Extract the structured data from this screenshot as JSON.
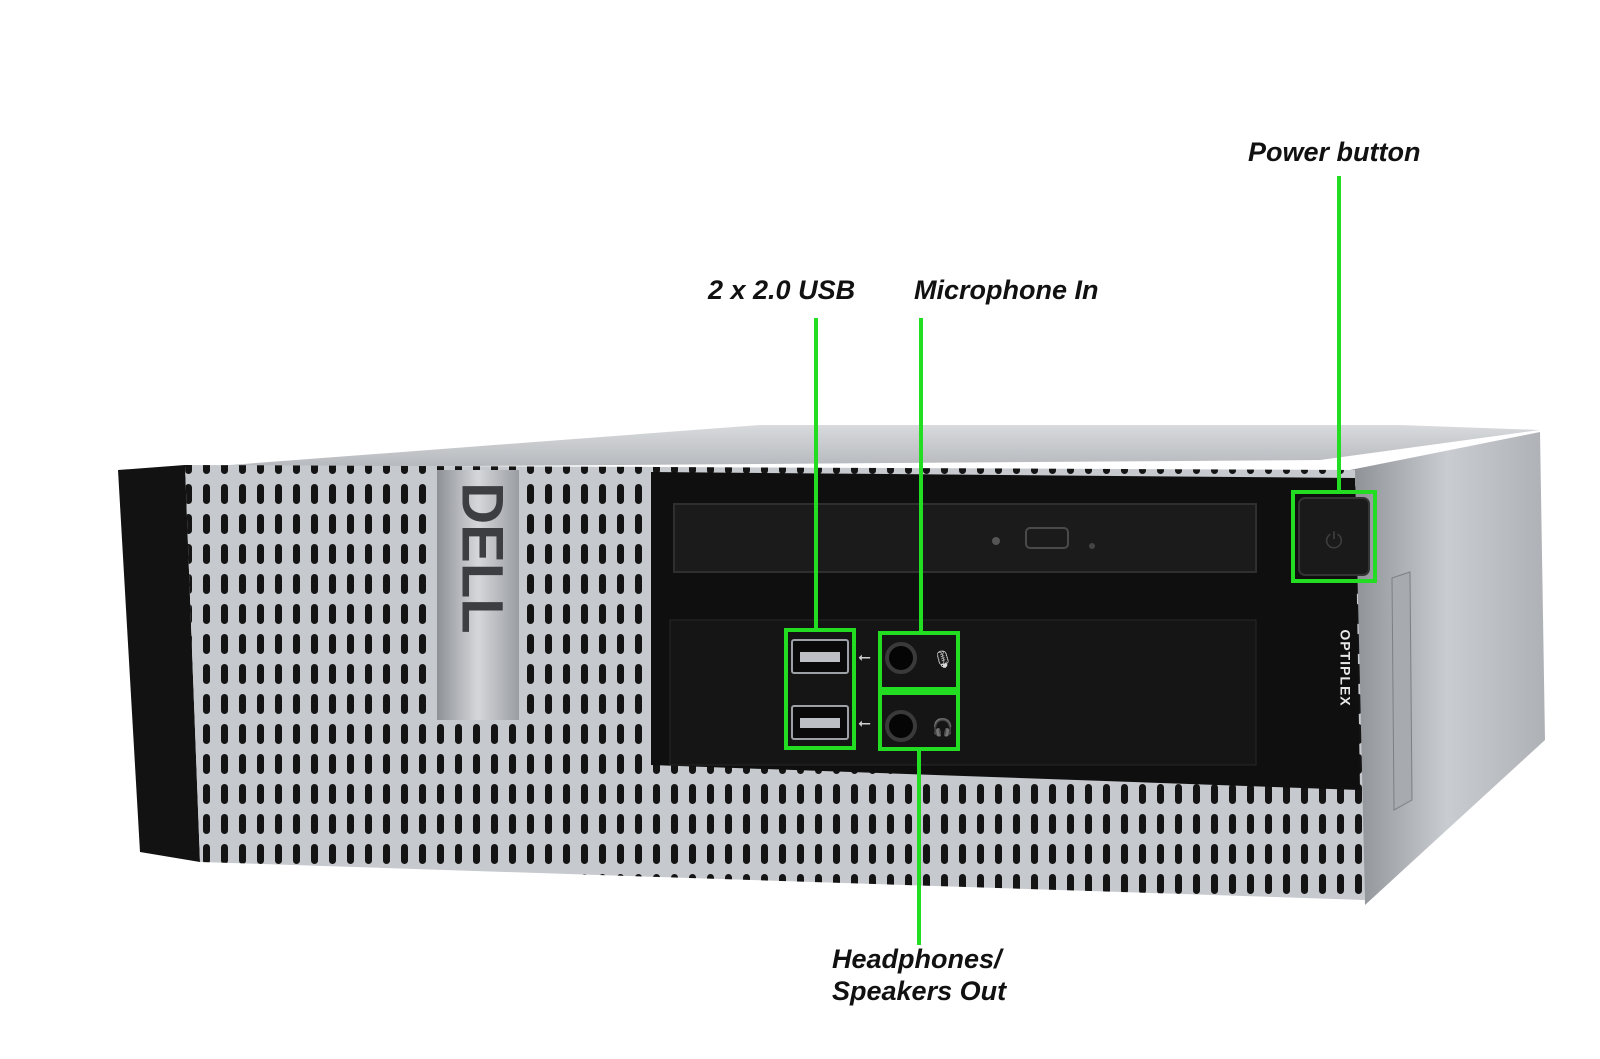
{
  "annotations": {
    "power": "Power button",
    "usb": "2 x 2.0 USB",
    "mic": "Microphone In",
    "headphones_line1": "Headphones/",
    "headphones_line2": "Speakers Out"
  },
  "device": {
    "brand_logo": "DELL",
    "model_label": "OPTIPLEX"
  },
  "colors": {
    "callout_green": "#22dd22",
    "chassis_black": "#111111",
    "chassis_silver": "#b9bcc0",
    "background": "#ffffff"
  },
  "icons": [
    "usb-icon",
    "microphone-icon",
    "headphones-icon",
    "power-icon"
  ]
}
